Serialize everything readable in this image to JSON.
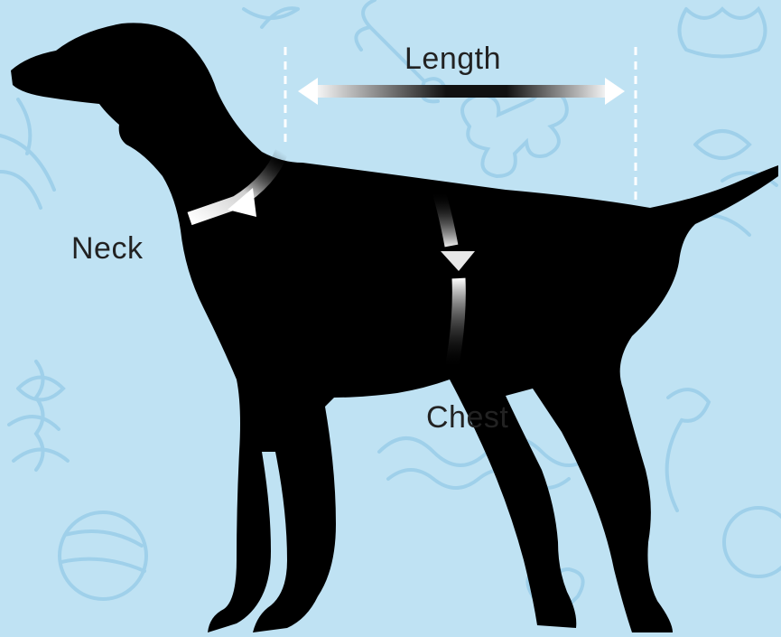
{
  "labels": {
    "length": "Length",
    "neck": "Neck",
    "chest": "Chest"
  },
  "colors": {
    "background": "#bfe2f3",
    "pattern": "#9fd0ea",
    "silhouette": "#000000",
    "arrow": "#ffffff",
    "label_text": "#222222"
  },
  "icons": [
    "bone-icon",
    "ball-icon",
    "rope-toy-icon",
    "heart-icon",
    "paw-toy-icon"
  ]
}
